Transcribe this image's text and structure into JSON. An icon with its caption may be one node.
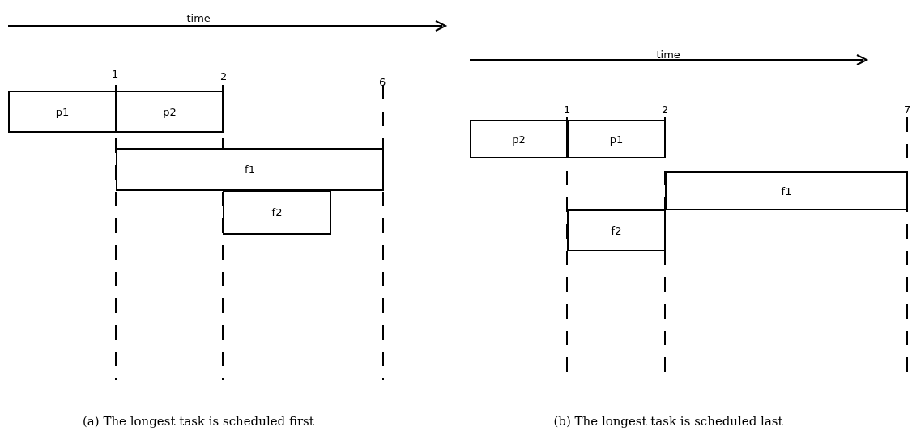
{
  "diagram": {
    "nodes": [
      {
        "text": [
          "p1"
        ]
      },
      {
        "text": [
          "p2"
        ]
      },
      {
        "text": [
          "f1"
        ]
      },
      {
        "text": [
          "f2"
        ]
      },
      {
        "text": [
          "p2"
        ]
      },
      {
        "text": [
          "p1"
        ]
      },
      {
        "text": [
          "f1"
        ]
      },
      {
        "text": [
          "f2"
        ]
      }
    ],
    "labels": [
      "time",
      "1",
      "2",
      "6",
      "time",
      "1",
      "2",
      "7",
      "(a) The longest task is scheduled first",
      "(b) The longest task is scheduled last"
    ]
  }
}
